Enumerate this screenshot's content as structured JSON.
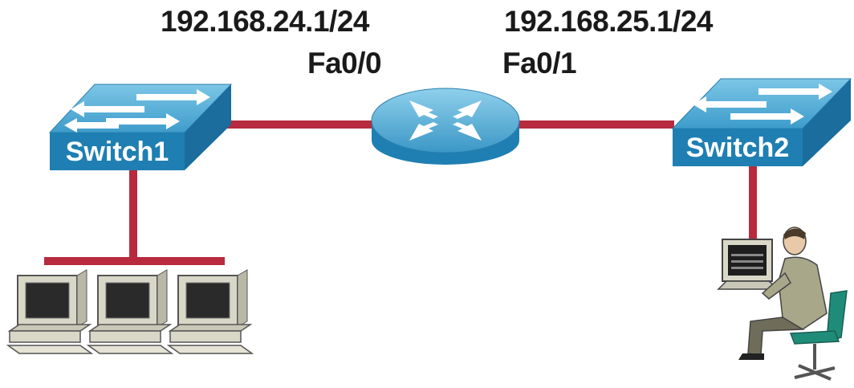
{
  "labels": {
    "left_ip": "192.168.24.1/24",
    "left_interface": "Fa0/0",
    "right_ip": "192.168.25.1/24",
    "right_interface": "Fa0/1"
  },
  "devices": {
    "switch1": "Switch1",
    "switch2": "Switch2",
    "router_icon": "router-icon",
    "pc_icon": "desktop-pc-icon",
    "user_icon": "user-at-workstation-icon"
  },
  "colors": {
    "link": "#b82a3e",
    "device_top": "#5fb4d8",
    "device_side": "#1f7fb2",
    "pc_body": "#d9d8c8"
  }
}
